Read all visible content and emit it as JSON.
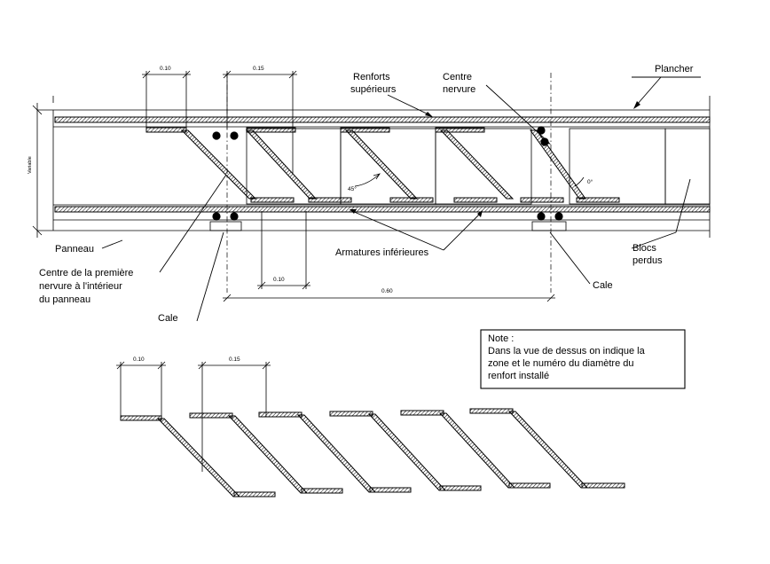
{
  "labels": {
    "plancher": "Plancher",
    "renforts_line1": "Renforts",
    "renforts_line2": "supérieurs",
    "centre_line1": "Centre",
    "centre_line2": "nervure",
    "panneau": "Panneau",
    "premiere_line1": "Centre de la première",
    "premiere_line2": "nervure à l'intérieur",
    "premiere_line3": "du panneau",
    "cale_left": "Cale",
    "cale_right": "Cale",
    "armatures": "Armatures inférieures",
    "blocs_line1": "Blocs",
    "blocs_line2": "perdus",
    "variable": "Variable",
    "angle": "45°"
  },
  "dimensions": {
    "top_a": "0.10",
    "top_b": "0.15",
    "bottom_a": "0.10",
    "bottom_b": "0.60",
    "detail_a": "0.10",
    "detail_b": "0.15"
  },
  "note": {
    "title": "Note :",
    "line1": "Dans la vue de dessus on indique la",
    "line2": "zone et le numéro du diamètre du",
    "line3": "renfort installé"
  }
}
